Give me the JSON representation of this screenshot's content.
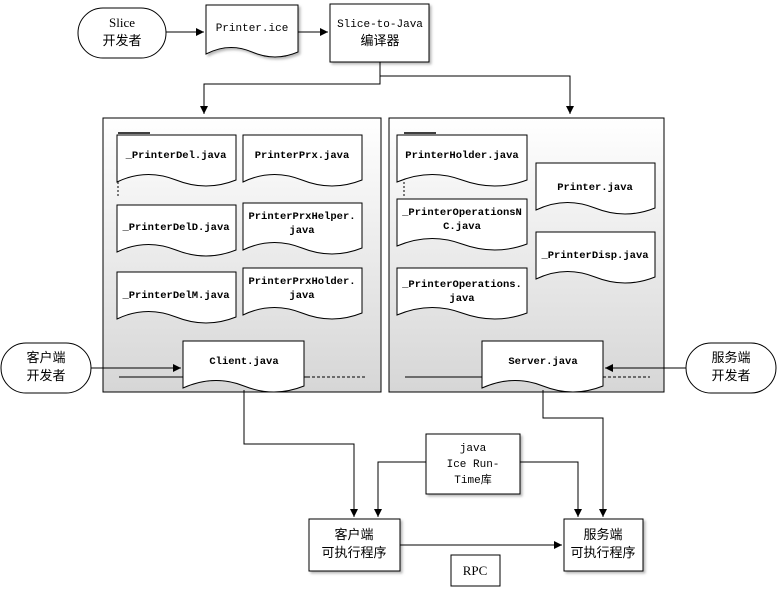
{
  "slice_dev": {
    "line1": "Slice",
    "line2": "开发者"
  },
  "printer_ice": "Printer.ice",
  "compiler": {
    "line1": "Slice-to-Java",
    "line2": "编译器"
  },
  "client_files": {
    "f1": "_PrinterDel.java",
    "f2": "PrinterPrx.java",
    "f3": "_PrinterDelD.java",
    "f4a": "PrinterPrxHelper.",
    "f4b": "java",
    "f5": "_PrinterDelM.java",
    "f6a": "PrinterPrxHolder.",
    "f6b": "java",
    "client": "Client.java"
  },
  "server_files": {
    "f1": "PrinterHolder.java",
    "f2": "Printer.java",
    "f3a": "_PrinterOperationsN",
    "f3b": "C.java",
    "f4": "_PrinterDisp.java",
    "f5a": "_PrinterOperations.",
    "f5b": "java",
    "server": "Server.java"
  },
  "client_dev": {
    "line1": "客户端",
    "line2": "开发者"
  },
  "server_dev": {
    "line1": "服务端",
    "line2": "开发者"
  },
  "runtime": {
    "line1": "java",
    "line2": "Ice Run-",
    "line3": "Time库"
  },
  "client_exe": {
    "line1": "客户端",
    "line2": "可执行程序"
  },
  "server_exe": {
    "line1": "服务端",
    "line2": "可执行程序"
  },
  "rpc": "RPC"
}
